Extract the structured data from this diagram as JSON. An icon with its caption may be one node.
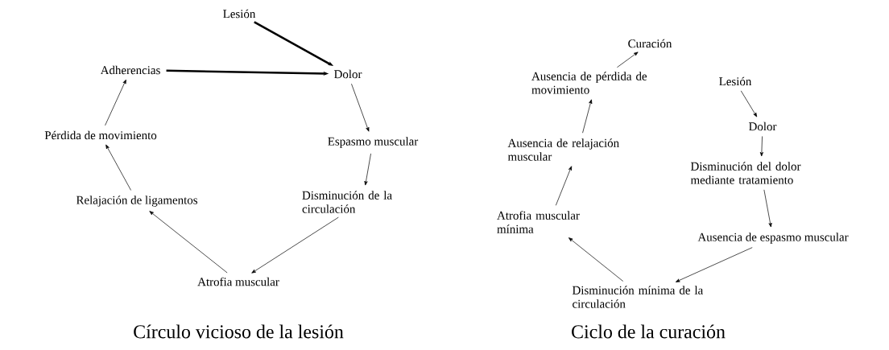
{
  "diagram": {
    "nodes": [
      {
        "text": [
          "Lesión"
        ]
      },
      {
        "text": [
          "Dolor"
        ]
      },
      {
        "text": [
          "Adherencias"
        ]
      },
      {
        "text": [
          "Espasmo muscular"
        ]
      },
      {
        "text": [
          "Disminución de la circulación"
        ]
      },
      {
        "text": [
          "Atrofia muscular"
        ]
      },
      {
        "text": [
          "Relajación de ligamentos"
        ]
      },
      {
        "text": [
          "Pérdida de movimiento"
        ]
      },
      {
        "text": [
          "Curación"
        ]
      },
      {
        "text": [
          "Ausencia de pérdida de movimiento"
        ]
      },
      {
        "text": [
          "Lesión"
        ]
      },
      {
        "text": [
          "Dolor"
        ]
      },
      {
        "text": [
          "Ausencia de relajación muscular"
        ]
      },
      {
        "text": [
          "Disminución del dolor mediante tratamiento"
        ]
      },
      {
        "text": [
          "Atrofia muscular mínima"
        ]
      },
      {
        "text": [
          "Ausencia de espasmo muscular"
        ]
      },
      {
        "text": [
          "Disminución mínima de la circulación"
        ]
      }
    ],
    "edges": [
      {
        "from": 0,
        "to": 1,
        "arrow": "to",
        "style": "thick"
      },
      {
        "from": 2,
        "to": 1,
        "arrow": "to",
        "style": "thick"
      },
      {
        "from": 1,
        "to": 3,
        "arrow": "to"
      },
      {
        "from": 3,
        "to": 4,
        "arrow": "to"
      },
      {
        "from": 4,
        "to": 5,
        "arrow": "to"
      },
      {
        "from": 5,
        "to": 6,
        "arrow": "to"
      },
      {
        "from": 6,
        "to": 7,
        "arrow": "to"
      },
      {
        "from": 7,
        "to": 2,
        "arrow": "to"
      },
      {
        "from": 10,
        "to": 11,
        "arrow": "to"
      },
      {
        "from": 11,
        "to": 13,
        "arrow": "to"
      },
      {
        "from": 13,
        "to": 15,
        "arrow": "to"
      },
      {
        "from": 15,
        "to": 16,
        "arrow": "to"
      },
      {
        "from": 16,
        "to": 14,
        "arrow": "to"
      },
      {
        "from": 14,
        "to": 12,
        "arrow": "to"
      },
      {
        "from": 12,
        "to": 9,
        "arrow": "to"
      },
      {
        "from": 9,
        "to": 8,
        "arrow": "to"
      }
    ],
    "labels": [
      "Círculo vicioso de la lesión",
      "Ciclo de la curación"
    ]
  }
}
